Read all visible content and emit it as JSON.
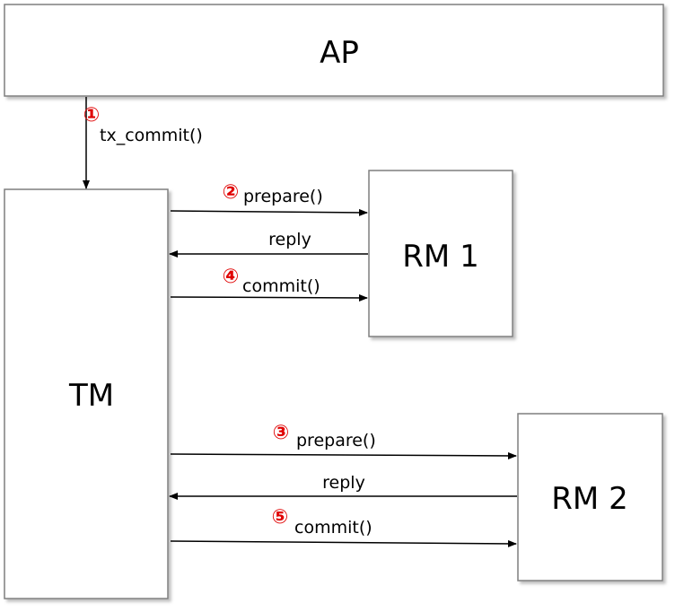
{
  "nodes": {
    "ap": "AP",
    "tm": "TM",
    "rm1": "RM 1",
    "rm2": "RM 2"
  },
  "messages": {
    "tx_commit": {
      "step": "①",
      "label": "tx_commit()"
    },
    "rm1_prepare": {
      "step": "②",
      "label": "prepare()"
    },
    "rm1_reply": {
      "label": "reply"
    },
    "rm1_commit": {
      "step": "④",
      "label": "commit()"
    },
    "rm2_prepare": {
      "step": "③",
      "label": "prepare()"
    },
    "rm2_reply": {
      "label": "reply"
    },
    "rm2_commit": {
      "step": "⑤",
      "label": "commit()"
    }
  },
  "colors": {
    "step_number": "#e00000",
    "box_border": "#7f7f7f"
  }
}
